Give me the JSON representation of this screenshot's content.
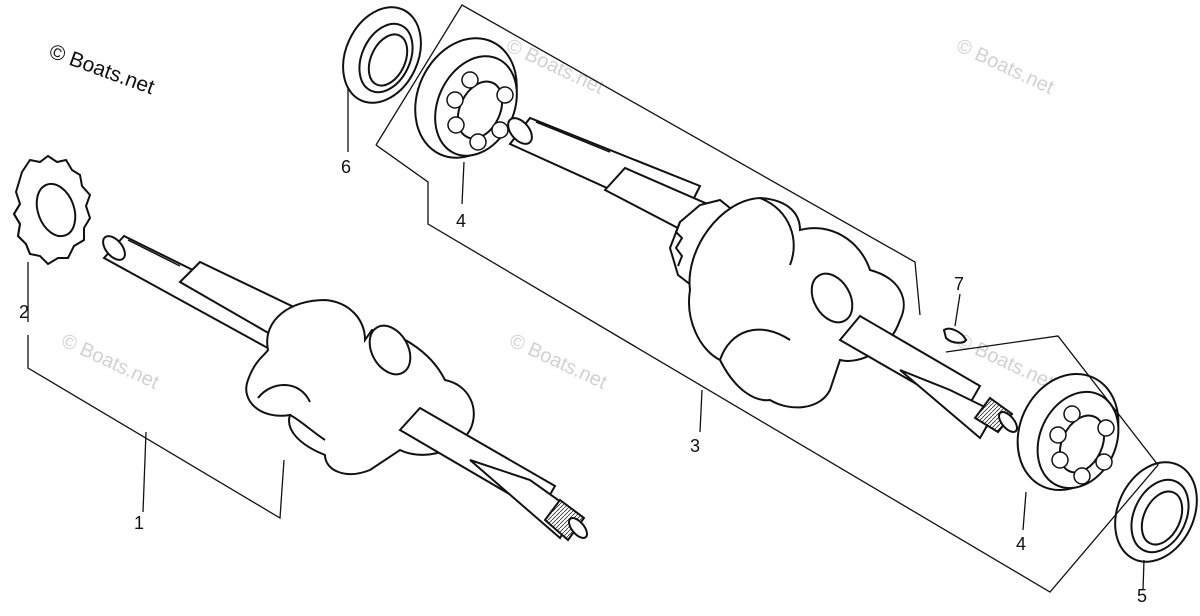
{
  "diagram": {
    "copyright": "© Boats.net",
    "watermark": "© Boats.net",
    "callouts": {
      "c1": "1",
      "c2": "2",
      "c3": "3",
      "c4a": "4",
      "c4b": "4",
      "c5": "5",
      "c6": "6",
      "c7": "7"
    }
  },
  "colors": {
    "ink": "#111111",
    "paper": "#ffffff",
    "shade": "#d7d7d7"
  }
}
